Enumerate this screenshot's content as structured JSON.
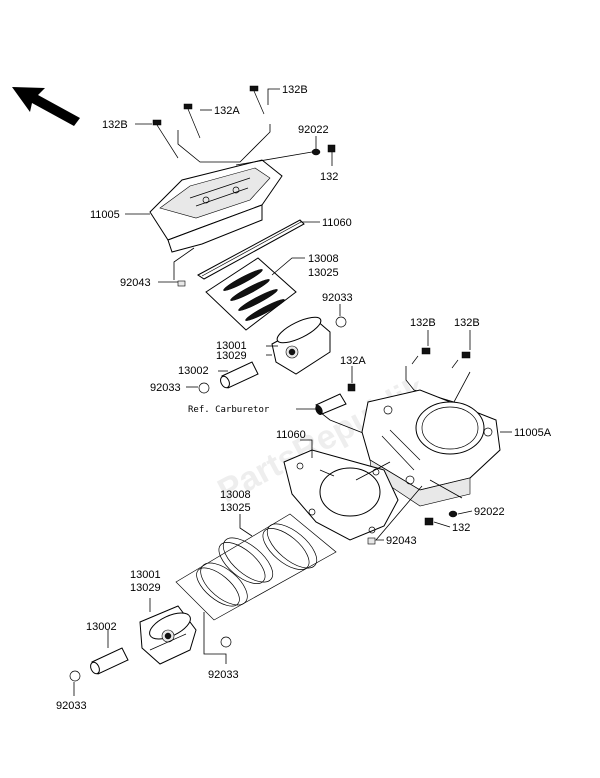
{
  "watermark": "PartsRepublik",
  "ref_label": "Ref. Carburetor",
  "labels": {
    "l132b_top": "132B",
    "l132a_top": "132A",
    "l132b_left": "132B",
    "l92022_top": "92022",
    "l132_top": "132",
    "l11005": "11005",
    "l11060_top": "11060",
    "l13008_top": "13008",
    "l13025_top": "13025",
    "l92043_top": "92043",
    "l92033_top": "92033",
    "l13001_top": "13001",
    "l13029_top": "13029",
    "l13002_top": "13002",
    "l92033_mid": "92033",
    "l132a_mid": "132A",
    "l132b_r1": "132B",
    "l132b_r2": "132B",
    "l11005a": "11005A",
    "l11060_bot": "11060",
    "l92022_bot": "92022",
    "l92043_bot": "92043",
    "l132_bot": "132",
    "l13008_bot": "13008",
    "l13025_bot": "13025",
    "l13001_bot": "13001",
    "l13029_bot": "13029",
    "l13002_bot": "13002",
    "l92033_bot1": "92033",
    "l92033_bot2": "92033"
  }
}
